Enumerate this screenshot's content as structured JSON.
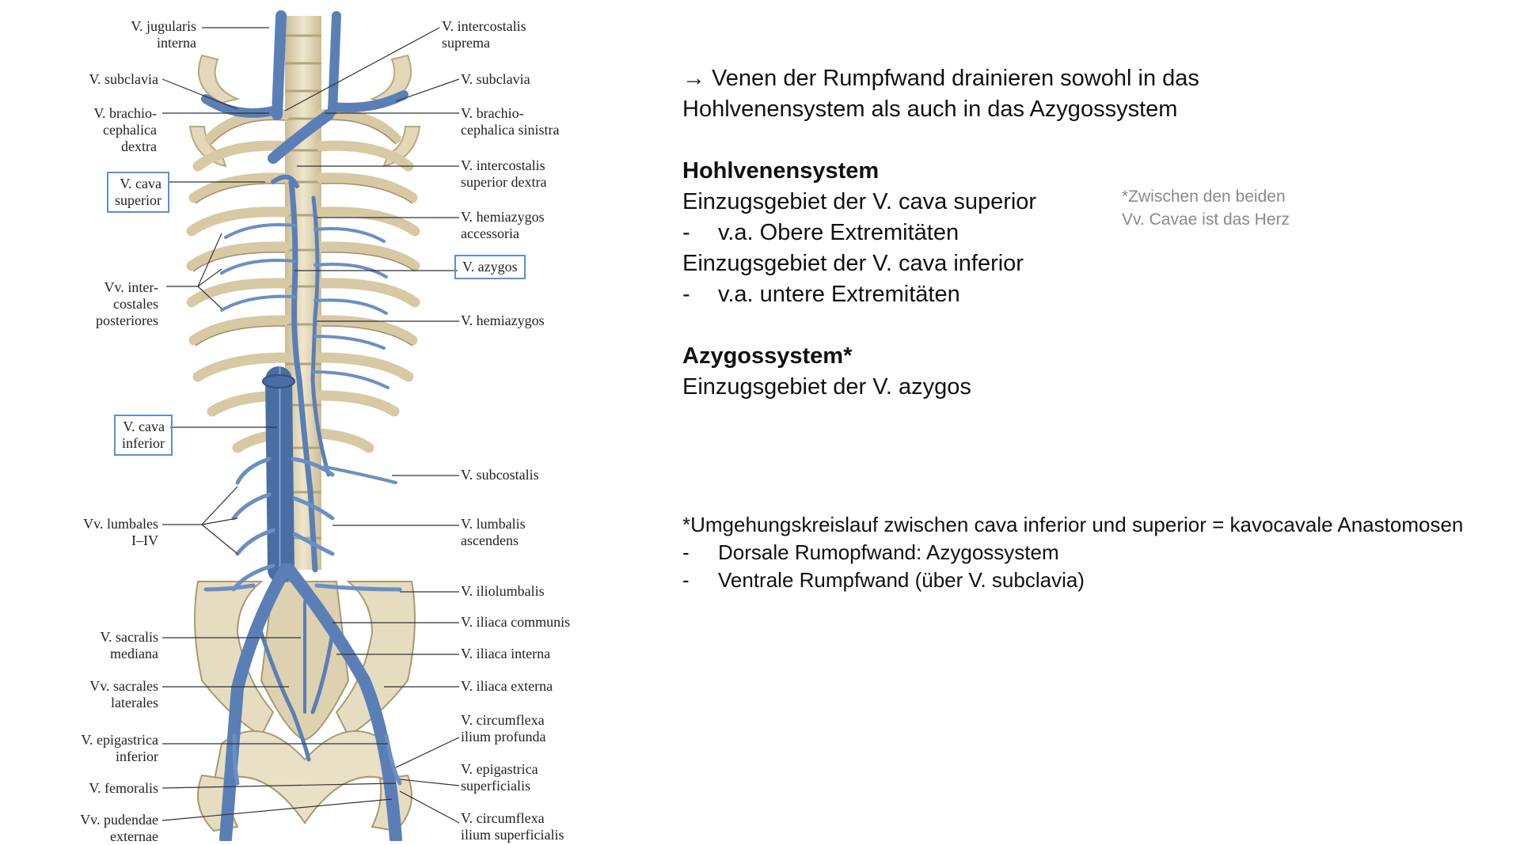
{
  "figure": {
    "labels_left": [
      {
        "id": "jugularis",
        "text": "V. jugularis\ninterna"
      },
      {
        "id": "subclavia-l",
        "text": "V. subclavia"
      },
      {
        "id": "brachio-dextra",
        "text": "V. brachio-\ncephalica\ndextra"
      },
      {
        "id": "cava-sup",
        "text": "V. cava\nsuperior"
      },
      {
        "id": "intercostales",
        "text": "Vv. inter-\ncostales\nposteriores"
      },
      {
        "id": "cava-inf",
        "text": "V. cava\ninferior"
      },
      {
        "id": "lumbales",
        "text": "Vv. lumbales\nI–IV"
      },
      {
        "id": "sacralis-med",
        "text": "V. sacralis\nmediana"
      },
      {
        "id": "sacrales-lat",
        "text": "Vv. sacrales\nlaterales"
      },
      {
        "id": "epigastrica-inf",
        "text": "V. epigastrica\ninferior"
      },
      {
        "id": "femoralis",
        "text": "V. femoralis"
      },
      {
        "id": "pudendae",
        "text": "Vv. pudendae\nexternae"
      }
    ],
    "labels_right": [
      {
        "id": "ic-suprema",
        "text": "V. intercostalis\nsuprema"
      },
      {
        "id": "subclavia-r",
        "text": "V. subclavia"
      },
      {
        "id": "brachio-sinistra",
        "text": "V. brachio-\ncephalica sinistra"
      },
      {
        "id": "ic-sup-dextra",
        "text": "V. intercostalis\nsuperior dextra"
      },
      {
        "id": "hemiazygos-acc",
        "text": "V. hemiazygos\naccessoria"
      },
      {
        "id": "azygos",
        "text": "V. azygos"
      },
      {
        "id": "hemiazygos",
        "text": "V. hemiazygos"
      },
      {
        "id": "subcostalis",
        "text": "V. subcostalis"
      },
      {
        "id": "lumbalis-asc",
        "text": "V. lumbalis\nascendens"
      },
      {
        "id": "iliolumbalis",
        "text": "V. iliolumbalis"
      },
      {
        "id": "iliaca-comm",
        "text": "V. iliaca communis"
      },
      {
        "id": "iliaca-int",
        "text": "V. iliaca interna"
      },
      {
        "id": "iliaca-ext",
        "text": "V. iliaca externa"
      },
      {
        "id": "circumflexa-prof",
        "text": "V. circumflexa\nilium profunda"
      },
      {
        "id": "epigastrica-sup",
        "text": "V. epigastrica\nsuperficialis"
      },
      {
        "id": "circumflexa-sup",
        "text": "V. circumflexa\nilium superficialis"
      }
    ]
  },
  "slide": {
    "arrow": "→",
    "intro_line1": " Venen der Rumpfwand drainieren sowohl in das",
    "intro_line2": "Hohlvenensystem als auch in das Azygossystem",
    "hohlvenen_heading": "Hohlvenensystem",
    "cava_sup_line": "Einzugsgebiet der V. cava superior",
    "cava_sup_bullet": "v.a. Obere Extremitäten",
    "cava_inf_line": "Einzugsgebiet der V. cava inferior",
    "cava_inf_bullet": "v.a. untere Extremitäten",
    "azygos_heading": "Azygossystem*",
    "azygos_line": "Einzugsgebiet der V. azygos",
    "side_note_line1": "*Zwischen den beiden",
    "side_note_line2": "Vv. Cavae ist das Herz",
    "anastomosen_line": "*Umgehungskreislauf zwischen cava inferior und superior = kavocavale Anastomosen",
    "anastomosen_bullet1": "Dorsale Rumopfwand: Azygossystem",
    "anastomosen_bullet2": "Ventrale Rumpfwand (über V. subclavia)",
    "dash": "-"
  },
  "colors": {
    "vein": "#6d8fc0",
    "vein_dark": "#3f6296",
    "bone": "#e6dcc0",
    "bone_shadow": "#bfb08a",
    "label_box": "#5b8fd6",
    "side_note": "#8a8a8a"
  }
}
